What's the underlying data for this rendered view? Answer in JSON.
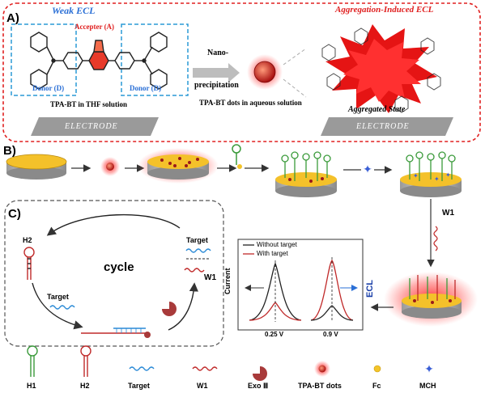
{
  "panelA": {
    "label": "A)",
    "weak_ecl": "Weak ECL",
    "aie_ecl": "Aggregation-Induced ECL",
    "acceptor": "Accepter (A)",
    "donor_left": "Donor (D)",
    "donor_right": "Donor (D)",
    "tpa_bt_thf": "TPA-BT in THF solution",
    "nano_line1": "Nano-",
    "nano_line2": "precipitation",
    "tpa_bt_dots": "TPA-BT dots in aqueous solution",
    "aggregated": "Aggregated State",
    "electrode_left": "ELECTRODE",
    "electrode_right": "ELECTRODE"
  },
  "panelB": {
    "label": "B)",
    "w1": "W1"
  },
  "panelC": {
    "label": "C)",
    "h2": "H2",
    "target_top": "Target",
    "target_mid": "Target",
    "cycle": "cycle",
    "w1": "W1"
  },
  "plot": {
    "legend_without": "Without target",
    "legend_with": "With target",
    "ylabel": "Current",
    "xlabel_left": "0.25 V",
    "xlabel_right": "0.9 V",
    "ecl": "ECL"
  },
  "legend": {
    "h1": "H1",
    "h2": "H2",
    "target": "Target",
    "w1": "W1",
    "exo": "Exo Ⅲ",
    "dots": "TPA-BT dots",
    "fc": "Fc",
    "mch": "MCH"
  },
  "colors": {
    "red": "#e02020",
    "blue": "#2a6fd6",
    "green": "#3a9a3a",
    "gold": "#f3c42a",
    "grey": "#9a9a9a"
  }
}
